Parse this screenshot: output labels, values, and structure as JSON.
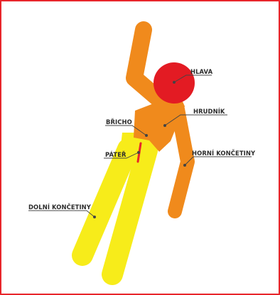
{
  "diagram": {
    "labels": {
      "head": "HLAVA",
      "chest": "HRUDNÍK",
      "abdomen": "BŘICHO",
      "spine": "PÁTEŘ",
      "upper_limbs": "HORNÍ KONČETINY",
      "lower_limbs": "DOLNÍ KONČETINY"
    },
    "colors": {
      "border": "#e8262b",
      "head": "#e31b23",
      "body_limbs_upper": "#f08a1c",
      "legs": "#f7ec1a",
      "spine": "#e8262b",
      "text": "#2b2b2b",
      "lines": "#444444"
    }
  }
}
